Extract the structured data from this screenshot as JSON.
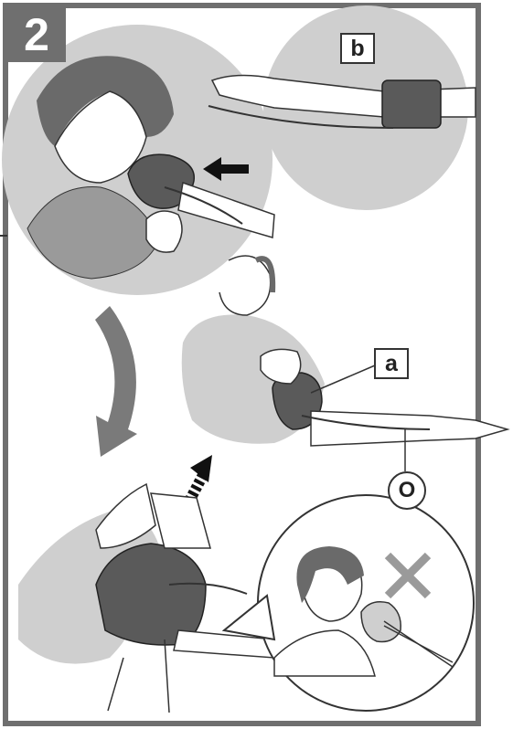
{
  "step": {
    "number": "2"
  },
  "labels": {
    "b": "b",
    "a": "a",
    "o": "O"
  },
  "colors": {
    "frame": "#6f6f6f",
    "circle_fill": "#cfcfcf",
    "cuff": "#5a5a5a",
    "cross": "#9a9a9a"
  },
  "icons": [
    "arrow-left-icon",
    "curved-arrow-down-icon",
    "dashed-arrow-up-icon",
    "cross-icon"
  ]
}
